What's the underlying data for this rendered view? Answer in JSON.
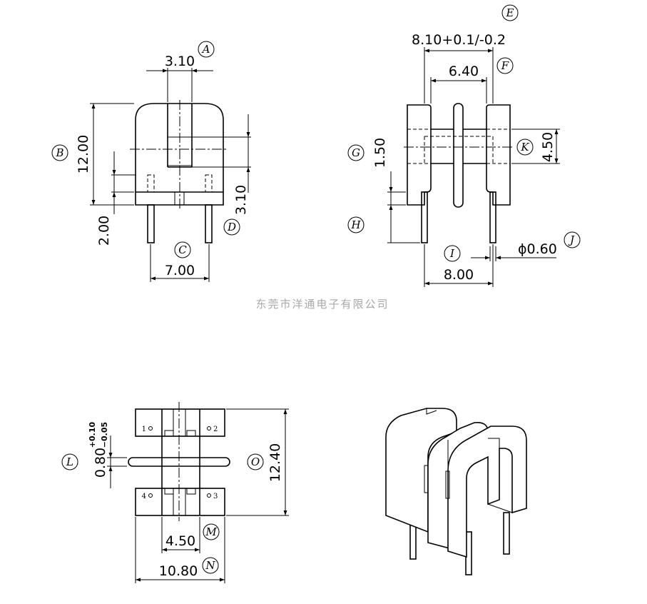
{
  "company": "东莞市洋通电子有限公司",
  "front_view": {
    "dim_width_top": "3.10",
    "dim_height": "12.00",
    "dim_right": "3.10",
    "dim_pin_len": "2.00",
    "dim_pin_pitch": "7.00",
    "labels": {
      "a": "A",
      "b": "B",
      "c": "C",
      "d": "D"
    }
  },
  "side_view": {
    "dim_overall": "8.10+0.1/-0.2",
    "dim_inner": "6.40",
    "dim_flange": "1.50",
    "dim_core": "4.50",
    "dim_pin_pitch": "8.00",
    "dim_pin_dia": "ϕ0.60",
    "labels": {
      "e": "E",
      "f": "F",
      "g": "G",
      "h": "H",
      "i": "I",
      "j": "J",
      "k": "K"
    }
  },
  "bottom_view": {
    "dim_plate": "0.80",
    "tol_plus": "+0.10",
    "tol_minus": "−0.05",
    "dim_height": "12.40",
    "dim_core": "4.50",
    "dim_width": "10.80",
    "pins": [
      "1",
      "2",
      "3",
      "4"
    ],
    "labels": {
      "l": "L",
      "m": "M",
      "n": "N",
      "o": "O"
    }
  }
}
